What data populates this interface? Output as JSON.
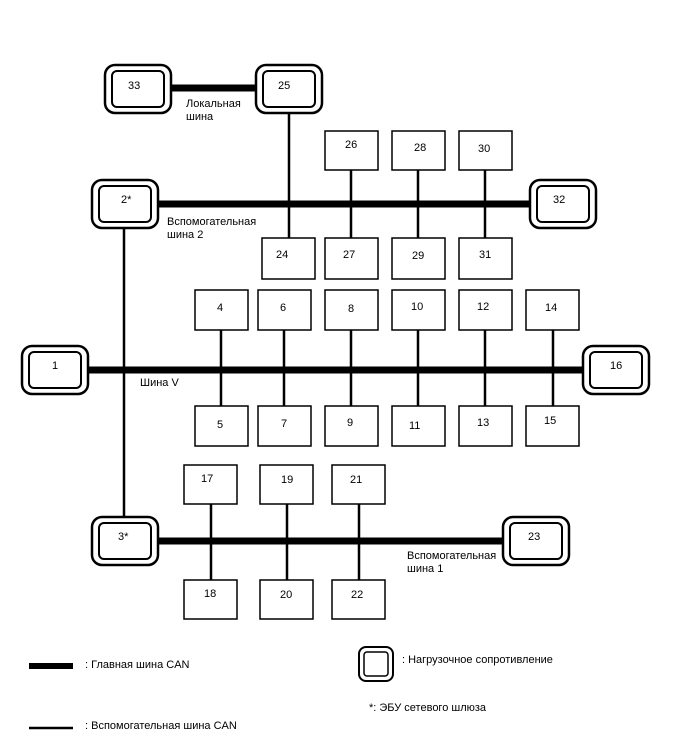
{
  "nodes": {
    "n1": "1",
    "n2": "2*",
    "n3": "3*",
    "n4": "4",
    "n5": "5",
    "n6": "6",
    "n7": "7",
    "n8": "8",
    "n9": "9",
    "n10": "10",
    "n11": "11",
    "n12": "12",
    "n13": "13",
    "n14": "14",
    "n15": "15",
    "n16": "16",
    "n17": "17",
    "n18": "18",
    "n19": "19",
    "n20": "20",
    "n21": "21",
    "n22": "22",
    "n23": "23",
    "n24": "24",
    "n25": "25",
    "n26": "26",
    "n27": "27",
    "n28": "28",
    "n29": "29",
    "n30": "30",
    "n31": "31",
    "n32": "32",
    "n33": "33"
  },
  "buses": {
    "local_line1": "Локальная",
    "local_line2": "шина",
    "sub2_line1": "Вспомогательная",
    "sub2_line2": "шина 2",
    "v_bus": "Шина V",
    "sub1_line1": "Вспомогательная",
    "sub1_line2": "шина 1"
  },
  "legend": {
    "main_bus": ": Главная шина CAN",
    "sub_bus": ": Вспомогательная шина CAN",
    "termination": ": Нагрузочное сопротивление",
    "gateway": "*: ЭБУ сетевого шлюза"
  }
}
